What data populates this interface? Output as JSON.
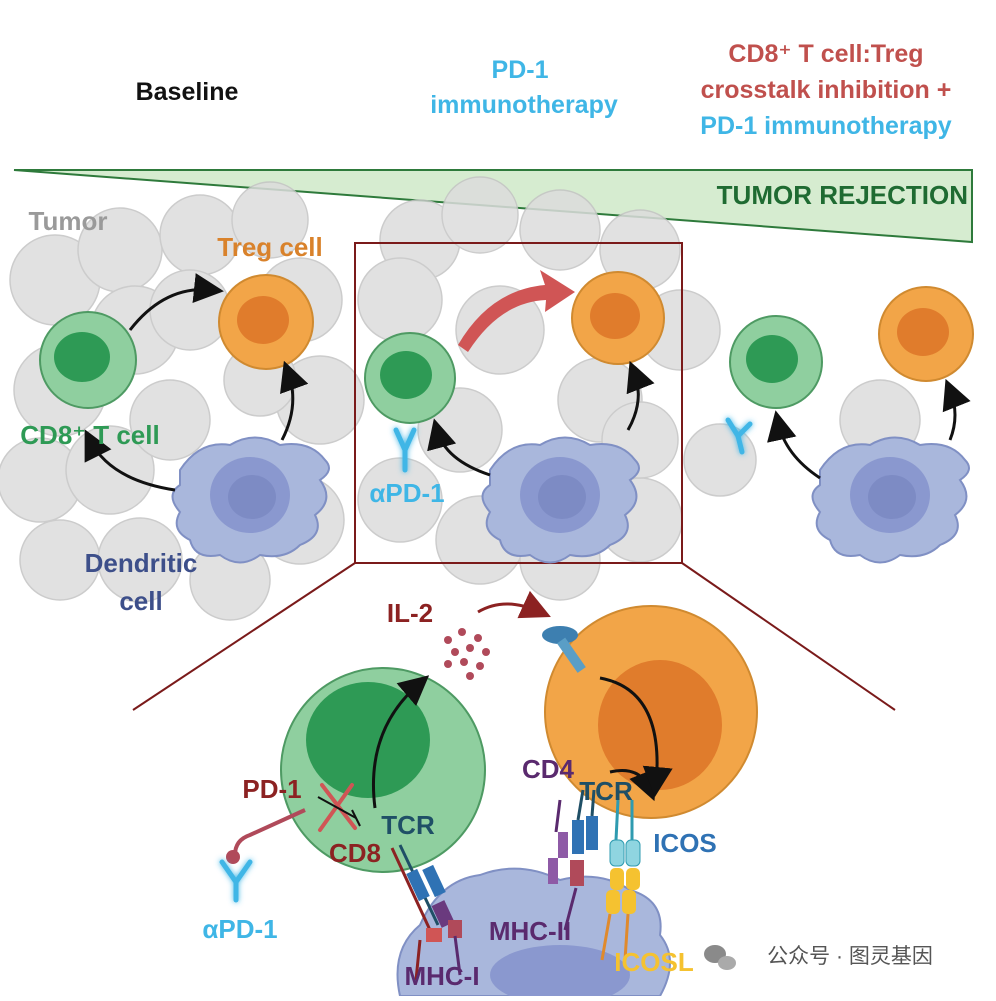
{
  "headers": {
    "baseline": "Baseline",
    "pd1_line1": "PD-1",
    "pd1_line2": "immunotherapy",
    "combo_line1": "CD8⁺ T cell:Treg",
    "combo_line2": "crosstalk inhibition +",
    "combo_line3": "PD-1 immunotherapy"
  },
  "gradient": {
    "label": "TUMOR REJECTION"
  },
  "labels": {
    "tumor": "Tumor",
    "treg": "Treg cell",
    "cd8": "CD8⁺ T cell",
    "dendritic_line1": "Dendritic",
    "dendritic_line2": "cell",
    "apd1_top": "αPD-1",
    "il2": "IL-2",
    "pd1": "PD-1",
    "cd8_marker": "CD8",
    "tcr_left": "TCR",
    "cd4": "CD4",
    "tcr_right": "TCR",
    "icos": "ICOS",
    "mhc2": "MHC-II",
    "mhc1": "MHC-I",
    "icosl": "ICOSL",
    "apd1_bottom": "αPD-1"
  },
  "watermark": {
    "text": "公众号 · 图灵基因"
  },
  "colors": {
    "green_fill": "#8fcf9f",
    "green_core": "#2e9a55",
    "orange_fill": "#f2a548",
    "orange_core": "#e07c2c",
    "dc_fill": "#a9b7dc",
    "dc_core": "#7d8bc4",
    "tumor_gray": "#d7d7d7",
    "red_arrow": "#d05555",
    "box": "#7a1a1a",
    "cyan": "#3fb6e6",
    "dark_green": "#1f6b32",
    "text_orange": "#d9822b",
    "text_navy": "#3d4f8a",
    "text_purple": "#5a2a6e",
    "text_red": "#8c2222",
    "text_teal": "#1f4f66",
    "text_blue": "#2f72b4"
  }
}
